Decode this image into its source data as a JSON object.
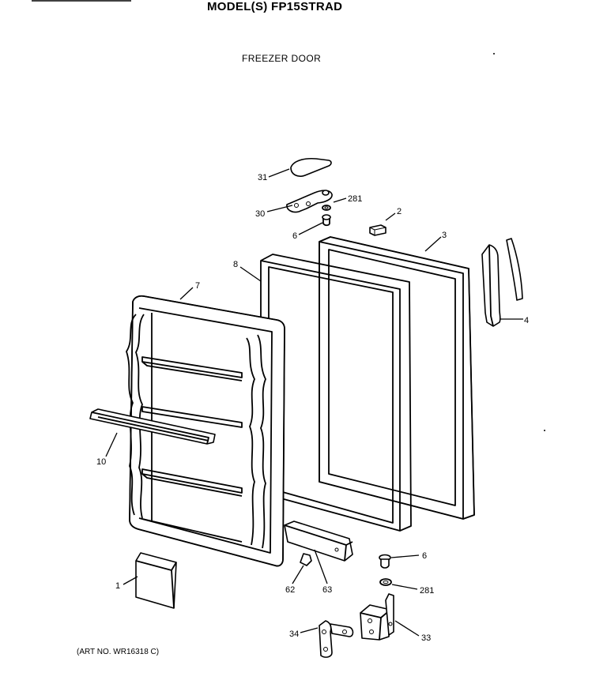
{
  "title": "MODEL(S) FP15STRAD",
  "subtitle": "FREEZER DOOR",
  "art_number": "(ART NO. WR16318 C)",
  "callouts": [
    "31",
    "281",
    "30",
    "6",
    "2",
    "3",
    "8",
    "7",
    "4",
    "10",
    "6",
    "1",
    "62",
    "63",
    "281",
    "34",
    "33"
  ]
}
